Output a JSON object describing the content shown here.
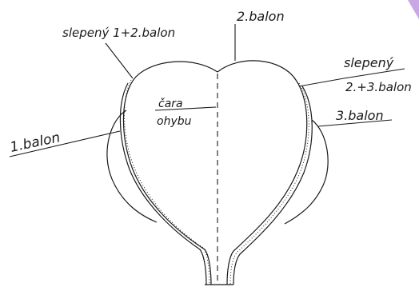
{
  "diagram": {
    "labels": {
      "balon_1": "1.balon",
      "balon_2": "2.balon",
      "balon_3": "3.balon",
      "slepeny_12": "slepený 1+2.balon",
      "slepeny_23_line1": "slepený",
      "slepeny_23_line2": "2.+3.balon",
      "cara_line1": "čara",
      "cara_line2": "ohybu"
    },
    "colors": {
      "ink": "#1a1a1a",
      "corner_accent": "#c9a6e6"
    }
  }
}
